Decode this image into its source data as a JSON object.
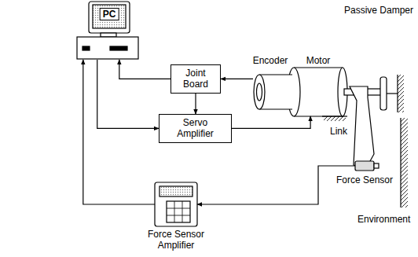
{
  "diagram": {
    "nodes": [
      {
        "text": [
          "PC"
        ]
      },
      {
        "text": [
          "Joint Board"
        ]
      },
      {
        "text": [
          "Servo Amplifier"
        ]
      },
      {
        "text": [
          "Encoder"
        ]
      },
      {
        "text": [
          "Motor"
        ]
      },
      {
        "text": [
          "Force Sensor"
        ]
      },
      {
        "text": [
          "Force Sensor Amplifier"
        ]
      }
    ],
    "edges": [
      {
        "from": 3,
        "to": 1,
        "arrow": "to"
      },
      {
        "from": 1,
        "to": 0,
        "arrow": "to"
      },
      {
        "from": 0,
        "to": 2,
        "arrow": "to"
      },
      {
        "from": 1,
        "to": 2,
        "arrow": "to"
      },
      {
        "from": 2,
        "to": 4,
        "arrow": "to"
      },
      {
        "from": 5,
        "to": 6,
        "arrow": "to"
      },
      {
        "from": 6,
        "to": 0,
        "arrow": "to"
      }
    ],
    "labels": [
      "Passive Damper",
      "Link",
      "Environment"
    ]
  }
}
